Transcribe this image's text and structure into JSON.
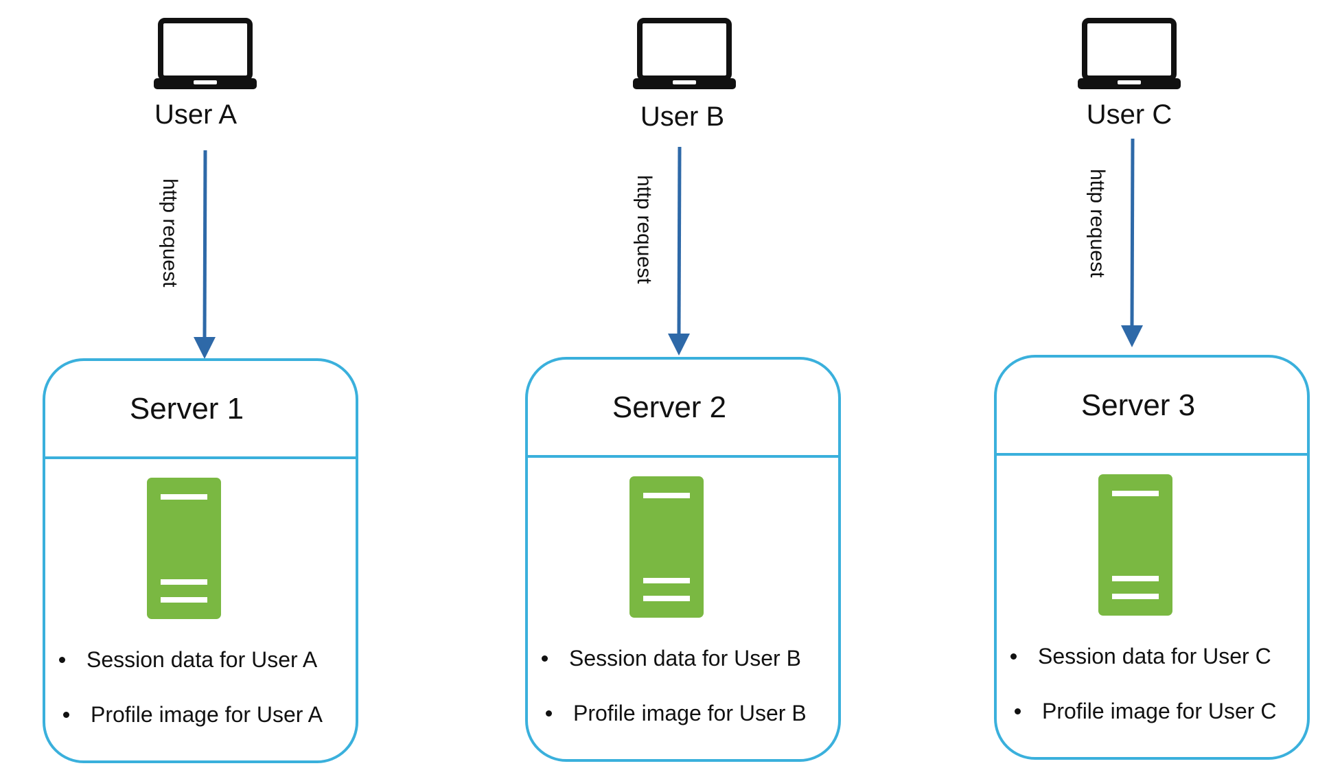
{
  "colors": {
    "arrow": "#2e69a8",
    "server_border": "#3ab0dc",
    "server_icon": "#7ab842",
    "text": "#111111"
  },
  "icons": {
    "client": "laptop-icon",
    "server": "server-rack-icon"
  },
  "columns": [
    {
      "user": "User A",
      "request": "http request",
      "server": {
        "title": "Server 1",
        "items": [
          "Session data for User A",
          "Profile image for User A"
        ]
      }
    },
    {
      "user": "User B",
      "request": "http request",
      "server": {
        "title": "Server 2",
        "items": [
          "Session data for User B",
          "Profile image for User B"
        ]
      }
    },
    {
      "user": "User C",
      "request": "http request",
      "server": {
        "title": "Server 3",
        "items": [
          "Session data for User C",
          "Profile image for User C"
        ]
      }
    }
  ]
}
